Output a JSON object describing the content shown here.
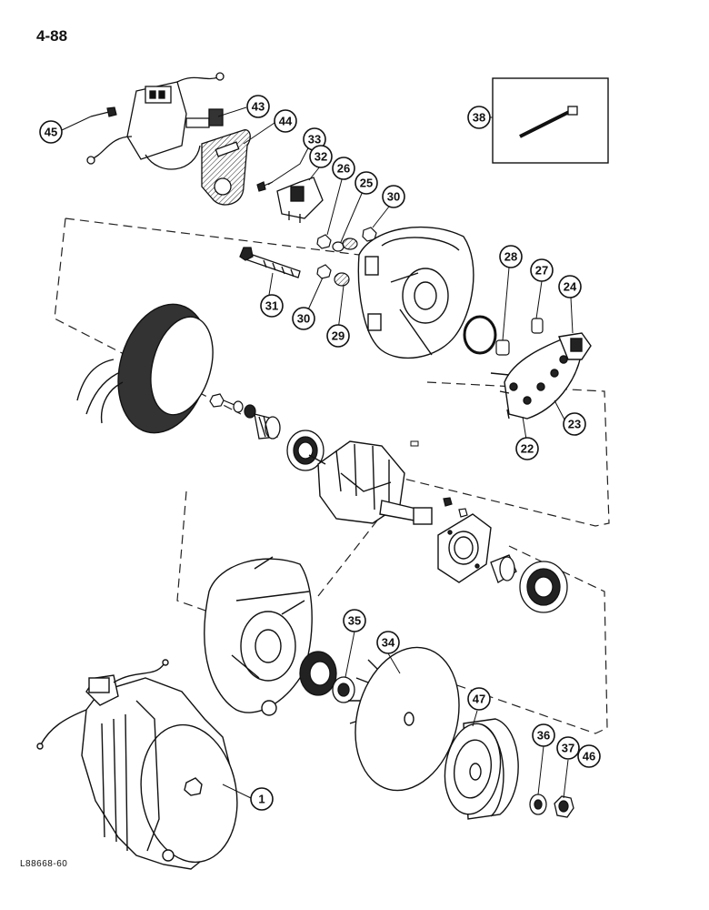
{
  "page": {
    "number": "4-88",
    "figure_code": "L88668-60"
  },
  "callouts": [
    "45",
    "43",
    "44",
    "33",
    "32",
    "26",
    "25",
    "30",
    "38",
    "31",
    "30",
    "29",
    "28",
    "27",
    "24",
    "23",
    "22",
    "35",
    "34",
    "47",
    "36",
    "37",
    "46",
    "1"
  ]
}
